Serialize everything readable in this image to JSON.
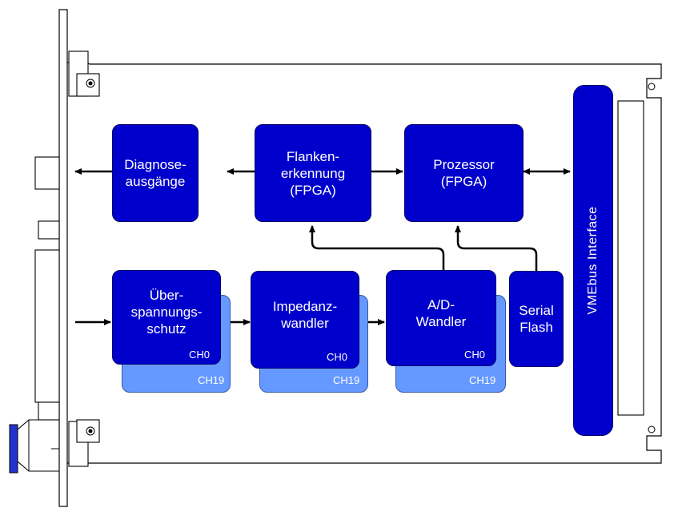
{
  "diagram": {
    "colors": {
      "block": "#0000cc",
      "channel_back": "#6699ff",
      "line": "#000000"
    },
    "blocks": {
      "diagnose": "Diagnose-\nausgänge",
      "flanken": "Flanken-\nerkennung\n(FPGA)",
      "prozessor": "Prozessor\n(FPGA)",
      "ueberspannung": "Über-\nspannungs-\nschutz",
      "impedanz": "Impedanz-\nwandler",
      "adwandler": "A/D-\nWandler",
      "serialflash": "Serial\nFlash"
    },
    "channel_first": "CH0",
    "channel_last": "CH19",
    "vmebus": "VMEbus Interface"
  }
}
